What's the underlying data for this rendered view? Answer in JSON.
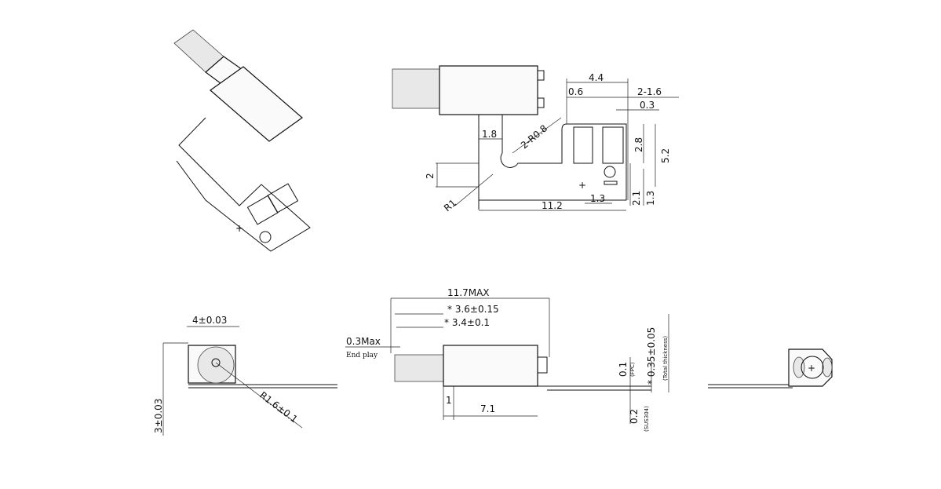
{
  "top_view": {
    "dim_width_pads": "4.4",
    "dim_pad_gap": "0.6",
    "dim_pads": "2-1.6",
    "dim_pad_margin": "0.3",
    "dim_neck": "1.8",
    "dim_radius_inner": "2-R0.8",
    "dim_pad_height": "2.8",
    "dim_total_height": "5.2",
    "dim_base_height": "2",
    "dim_radius_corner": "R1",
    "dim_length": "11.2",
    "dim_hole_x": "1.3",
    "dim_hole_y1": "2.1",
    "dim_hole_y2": "1.3",
    "plus_mark": "+"
  },
  "side_view": {
    "dim_overall": "11.7MAX",
    "dim_a": "* 3.6±0.15",
    "dim_b": "* 3.4±0.1",
    "dim_end_play": "0.3Max",
    "end_play_label": "End play",
    "dim_flange": "1",
    "dim_body": "7.1",
    "dim_fpc": "0.1",
    "fpc_label": "(FPC)",
    "dim_sus": "0.2",
    "sus_label": "(SUS304)",
    "dim_total": "* 0.35±0.05",
    "total_label": "(Total thickness)"
  },
  "end_view": {
    "dim_width": "4±0.03",
    "dim_height": "3±0.03",
    "dim_radius": "R1.6±0.1"
  },
  "back_view": {
    "plus_mark": "+"
  }
}
